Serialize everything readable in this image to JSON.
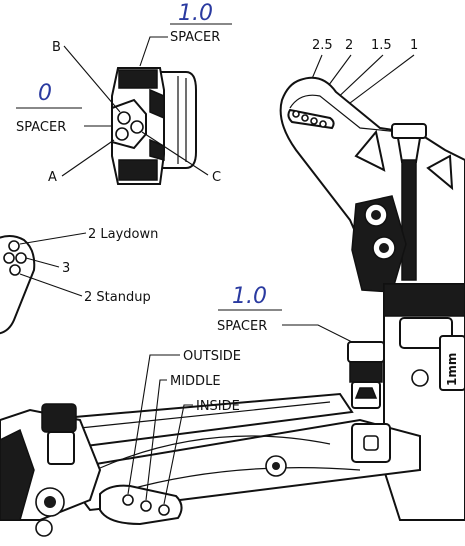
{
  "spacers": {
    "top": {
      "value": "1.0",
      "label": "SPACER"
    },
    "left": {
      "value": "0",
      "label": "SPACER"
    },
    "middle": {
      "value": "1.0",
      "label": "SPACER"
    }
  },
  "mount_labels": {
    "b": "B",
    "a": "A",
    "c": "C"
  },
  "positions": [
    "2.5",
    "2",
    "1.5",
    "1"
  ],
  "holes": {
    "laydown": "2 Laydown",
    "three": "3",
    "standup": "2 Standup"
  },
  "arm_positions": {
    "outside": "OUTSIDE",
    "middle": "MIDDLE",
    "inside": "INSIDE"
  },
  "side_mark": "1mm",
  "colors": {
    "accent": "#2a3aa0",
    "line": "#111111",
    "part_dark": "#1a1a1a"
  }
}
